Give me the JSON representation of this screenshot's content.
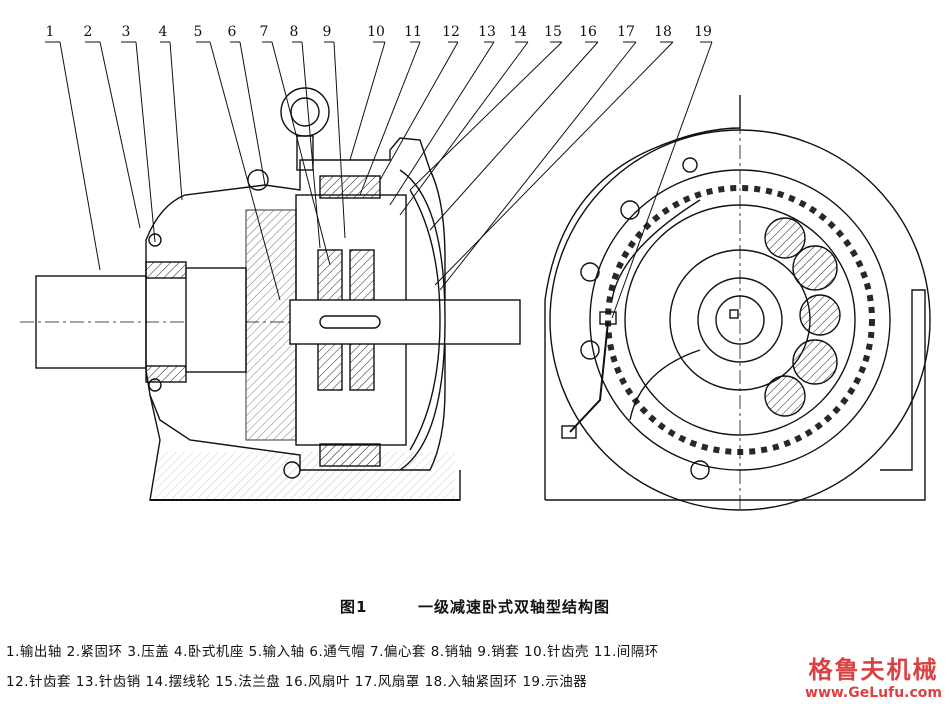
{
  "callouts": [
    "1",
    "2",
    "3",
    "4",
    "5",
    "6",
    "7",
    "8",
    "9",
    "10",
    "11",
    "12",
    "13",
    "14",
    "15",
    "16",
    "17",
    "18",
    "19"
  ],
  "caption": {
    "fig": "图1",
    "title": "一级减速卧式双轴型结构图"
  },
  "legend": {
    "row1": "1.输出轴 2.紧固环 3.压盖 4.卧式机座 5.输入轴 6.通气帽 7.偏心套 8.销轴 9.销套 10.针齿壳 11.间隔环",
    "row2": "12.针齿套 13.针齿销 14.摆线轮 15.法兰盘 16.风扇叶 17.风扇罩 18.入轴紧固环 19.示油器"
  },
  "watermark": {
    "cn": "格鲁夫机械",
    "url": "www.GeLufu.com"
  }
}
